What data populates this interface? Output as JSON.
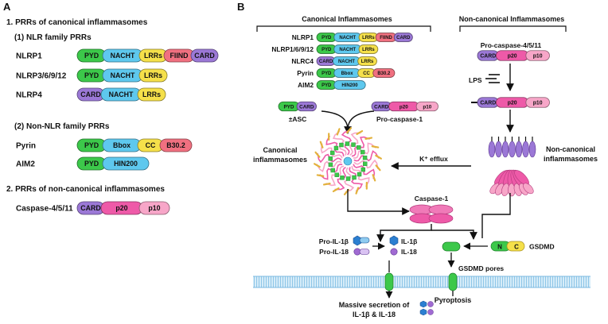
{
  "panel_a": {
    "letter": "A",
    "section1_title": "1. PRRs of canonical inflammasomes",
    "nlr_heading": "(1) NLR family PRRs",
    "nonnlr_heading": "(2) Non-NLR family PRRs",
    "section2_title": "2. PRRs of non-canonical inflammasomes",
    "rows": [
      {
        "label": "NLRP1",
        "domains": [
          "PYD",
          "NACHT",
          "LRRs",
          "FIIND",
          "CARD"
        ]
      },
      {
        "label": "NLRP3/6/9/12",
        "domains": [
          "PYD",
          "NACHT",
          "LRRs"
        ]
      },
      {
        "label": "NLRP4",
        "domains": [
          "CARD",
          "NACHT",
          "LRRs"
        ]
      },
      {
        "label": "Pyrin",
        "domains": [
          "PYD",
          "Bbox",
          "CC",
          "B30.2"
        ]
      },
      {
        "label": "AIM2",
        "domains": [
          "PYD",
          "HIN200"
        ]
      },
      {
        "label": "Caspase-4/5/11",
        "domains": [
          "CARD",
          "p20",
          "p10"
        ]
      }
    ]
  },
  "panel_b": {
    "letter": "B",
    "canonical_title": "Canonical Inflammasomes",
    "noncanonical_title": "Non-canonical Inflammasomes",
    "mini_rows": [
      {
        "label": "NLRP1",
        "domains": [
          "PYD",
          "NACHT",
          "LRRs",
          "FIIND",
          "CARD"
        ]
      },
      {
        "label": "NLRP1/6/9/12",
        "domains": [
          "PYD",
          "NACHT",
          "LRRs"
        ]
      },
      {
        "label": "NLRC4",
        "domains": [
          "CARD",
          "NACHT",
          "LRRs"
        ]
      },
      {
        "label": "Pyrin",
        "domains": [
          "PYD",
          "Bbox",
          "CC",
          "B30.2"
        ]
      },
      {
        "label": "AIM2",
        "domains": [
          "PYD",
          "HIN200"
        ]
      }
    ],
    "asc_domains": [
      "PYD",
      "CARD"
    ],
    "asc_label": "±ASC",
    "pro_casp1_domains": [
      "CARD",
      "p20",
      "p10"
    ],
    "pro_casp1_label": "Pro-caspase-1",
    "pro_casp4_label": "Pro-caspase-4/5/11",
    "casp4_domains": [
      "CARD",
      "p20",
      "p10"
    ],
    "lps_label": "LPS",
    "k_efflux_label": "K⁺ efflux",
    "canonical_complex_label": [
      "Canonical",
      "inflammasomes"
    ],
    "noncanonical_complex_label": [
      "Non-canonical",
      "inflammasomes"
    ],
    "caspase1_label": "Caspase-1",
    "pro_il1b_label": "Pro-IL-1β",
    "pro_il18_label": "Pro-IL-18",
    "il1b_label": "IL-1β",
    "il18_label": "IL-18",
    "gsdmd_n": "N",
    "gsdmd_c": "C",
    "gsdmd_label": "GSDMD",
    "gsdmd_pores_label": "GSDMD pores",
    "pyroptosis_label": "Pyroptosis",
    "secretion_label": [
      "Massive secretion of",
      "IL-1β & IL-18"
    ]
  },
  "domain_colors": {
    "PYD": "#3cc84a",
    "NACHT": "#5ec8ee",
    "LRRs": "#f5e04a",
    "FIIND": "#f07080",
    "CARD": "#9b78d6",
    "Bbox": "#5ec8ee",
    "CC": "#f5e04a",
    "B30.2": "#f07080",
    "HIN200": "#5ec8ee",
    "p20": "#ee5aa8",
    "p10": "#f7a6c8"
  }
}
